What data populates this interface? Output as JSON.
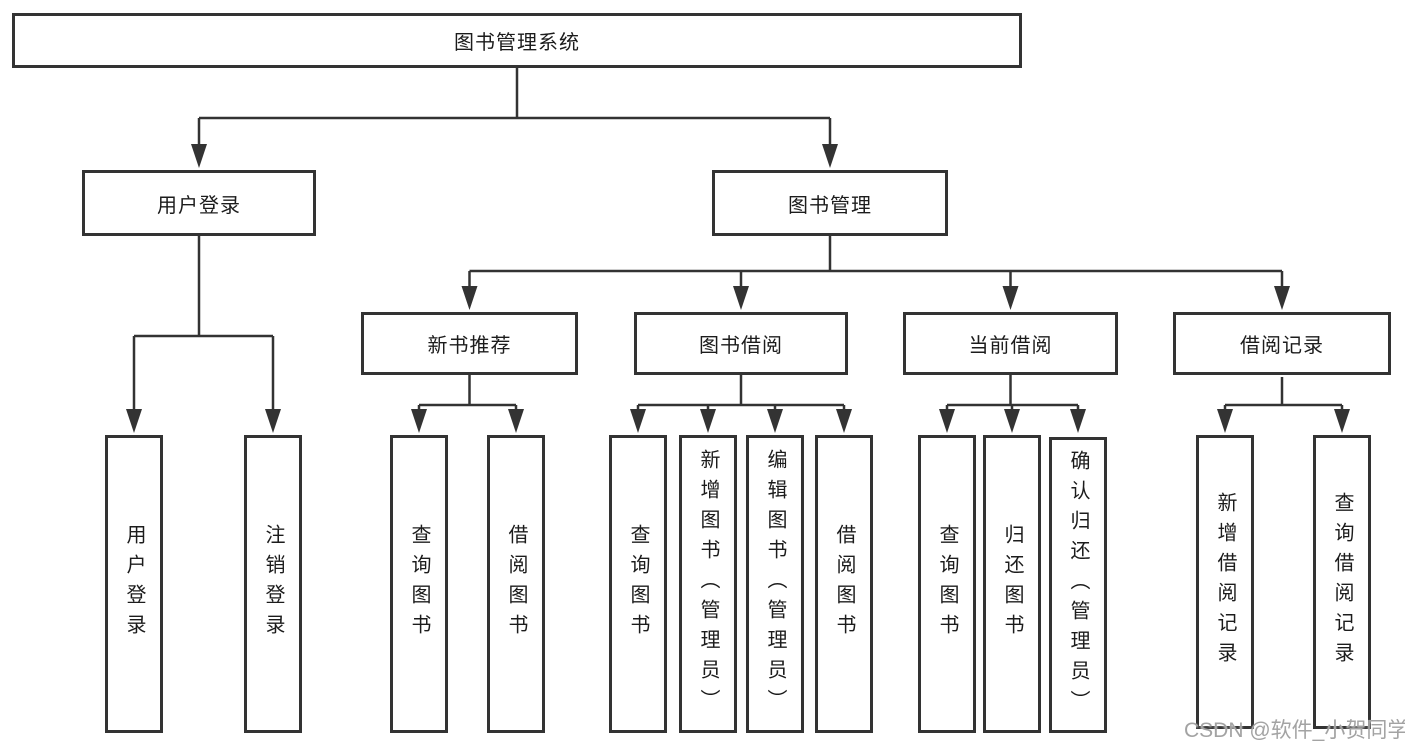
{
  "colors": {
    "line": "#333333",
    "text": "#1c1c1c",
    "watermark": "#a3a3a3",
    "background": "#ffffff"
  },
  "watermark": {
    "text": "CSDN @软件_小贺同学"
  },
  "tree": {
    "label": "图书管理系统",
    "children": [
      {
        "label": "用户登录",
        "children": [
          {
            "label": "用户登录"
          },
          {
            "label": "注销登录"
          }
        ]
      },
      {
        "label": "图书管理",
        "children": [
          {
            "label": "新书推荐",
            "children": [
              {
                "label": "查询图书"
              },
              {
                "label": "借阅图书"
              }
            ]
          },
          {
            "label": "图书借阅",
            "children": [
              {
                "label": "查询图书"
              },
              {
                "label": "新增图书（管理员）"
              },
              {
                "label": "编辑图书（管理员）"
              },
              {
                "label": "借阅图书"
              }
            ]
          },
          {
            "label": "当前借阅",
            "children": [
              {
                "label": "查询图书"
              },
              {
                "label": "归还图书"
              },
              {
                "label": "确认归还（管理员）"
              }
            ]
          },
          {
            "label": "借阅记录",
            "children": [
              {
                "label": "新增借阅记录"
              },
              {
                "label": "查询借阅记录"
              }
            ]
          }
        ]
      }
    ]
  }
}
